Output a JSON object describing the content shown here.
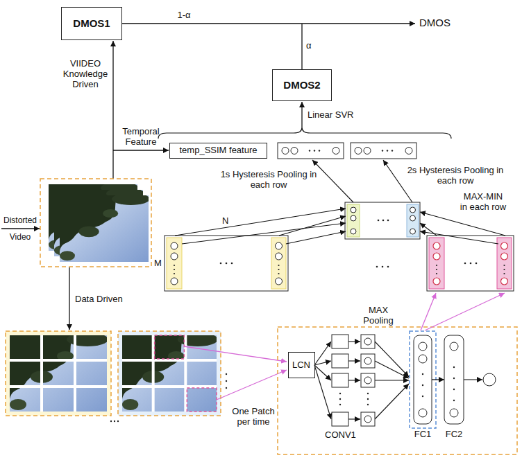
{
  "diagram": {
    "nodes": [
      {
        "text": [
          "DMOS1"
        ]
      },
      {
        "text": [
          "DMOS2"
        ]
      },
      {
        "text": [
          "temp_SSIM feature"
        ]
      },
      {
        "text": [
          "LCN"
        ]
      },
      {
        "text": [
          "FC1"
        ]
      },
      {
        "text": [
          "FC2"
        ]
      }
    ],
    "edges": [
      {
        "from": 4,
        "to": 5,
        "arrow": "to"
      }
    ],
    "labels": [
      "1-α",
      "DMOS",
      "α",
      "Linear SVR",
      "VIIDEO Knowledge Driven",
      "Temporal Feature",
      "Distorted Video",
      "Data Driven",
      "1s Hysteresis Pooling in each row",
      "2s Hysteresis Pooling in each row",
      "MAX-MIN in each row",
      "N",
      "M",
      "One Patch per time",
      "MAX Pooling",
      "CONV1"
    ]
  }
}
